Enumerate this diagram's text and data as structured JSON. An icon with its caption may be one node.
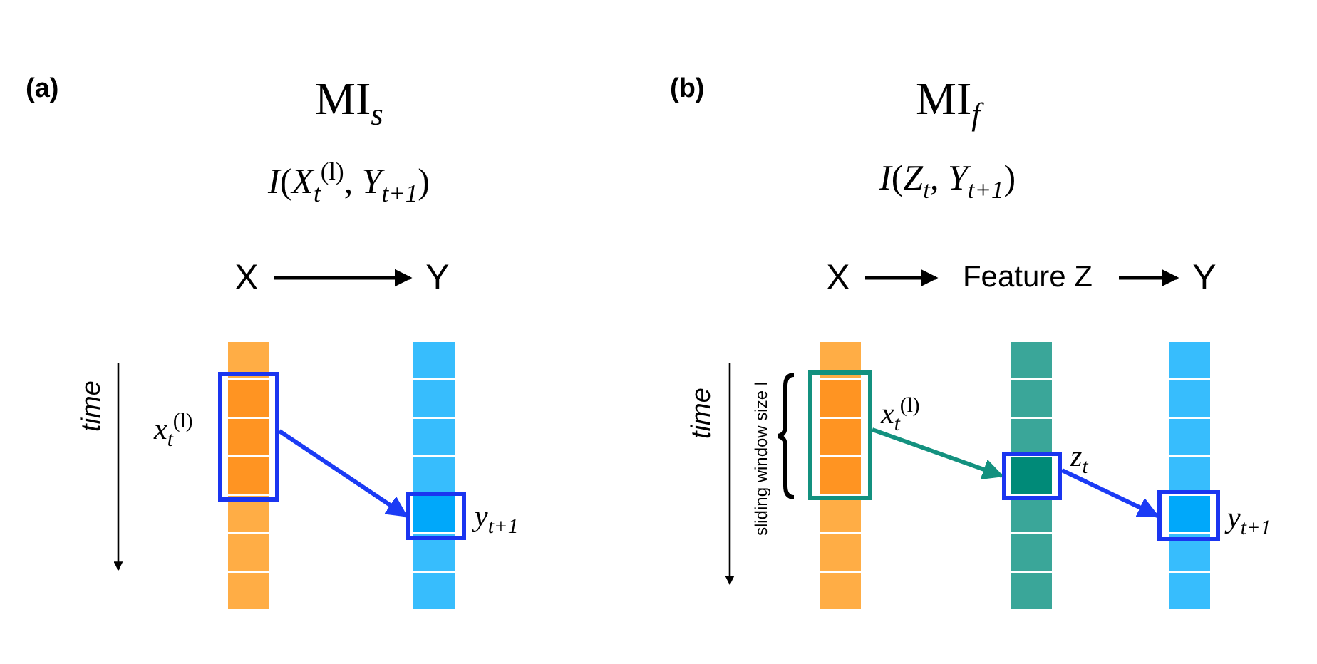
{
  "diagram": {
    "nodes": [
      {
        "text": [
          "*x*$_{t}$$^{(l)}$"
        ]
      },
      {
        "text": [
          "*y*$_{t+1}$"
        ]
      },
      {
        "text": [
          "*x*$_{t}$$^{(l)}$"
        ]
      },
      {
        "text": [
          "*z*$_{t}$"
        ]
      },
      {
        "text": [
          "*y*$_{t+1}$"
        ]
      },
      {
        "text": [
          "X"
        ]
      },
      {
        "text": [
          "Y"
        ]
      },
      {
        "text": [
          "X"
        ]
      },
      {
        "text": [
          "Feature Z"
        ]
      },
      {
        "text": [
          "Y"
        ]
      }
    ],
    "edges": [
      {
        "from": 0,
        "to": 1,
        "arrow": "to",
        "color": "#1b3bf5"
      },
      {
        "from": 2,
        "to": 3,
        "arrow": "to",
        "color": "#13917f"
      },
      {
        "from": 3,
        "to": 4,
        "arrow": "to",
        "color": "#1b3bf5"
      },
      {
        "from": 5,
        "to": 6,
        "arrow": "to"
      },
      {
        "from": 7,
        "to": 8,
        "arrow": "to"
      },
      {
        "from": 8,
        "to": 9,
        "arrow": "to"
      }
    ],
    "labels": [
      "(a)",
      "MI$_{s}$",
      "*I*(*X*$_{t}$$^{(l)}$, *Y*$_{t+1}$)",
      "time",
      "(b)",
      "MI$_{f}$",
      "*I*(*Z*$_{t}$, *Y*$_{t+1}$)",
      "time",
      "sliding window size l"
    ]
  }
}
